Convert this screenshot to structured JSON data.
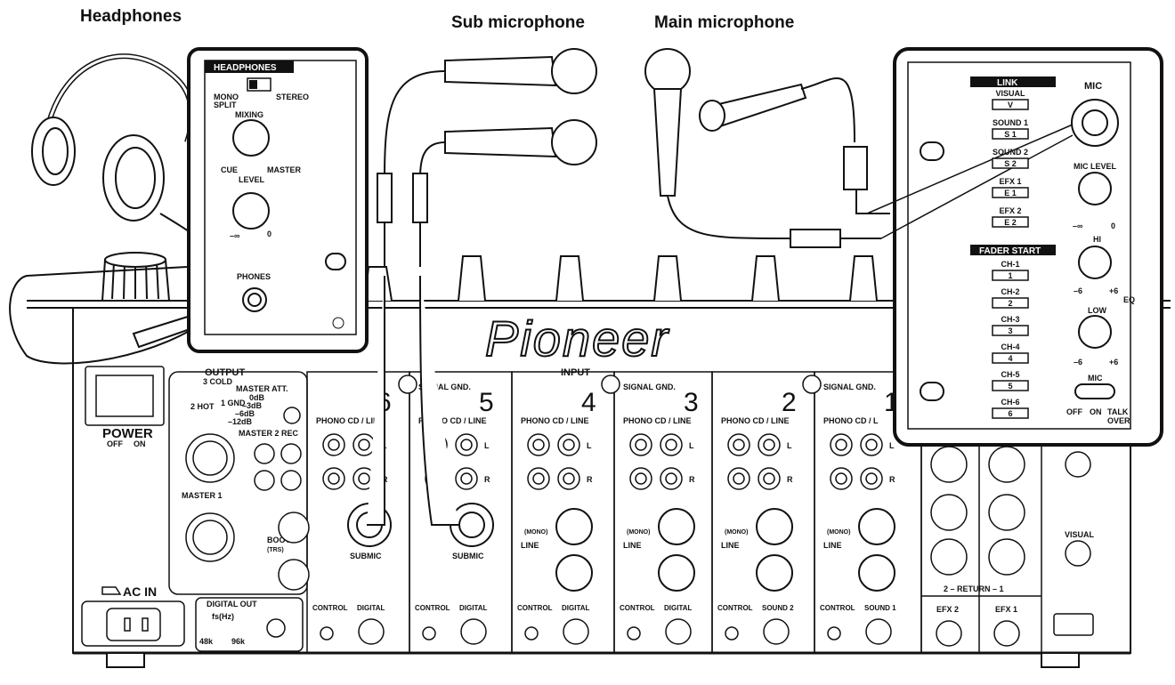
{
  "captions": {
    "headphones": "Headphones",
    "sub_microphone": "Sub microphone",
    "main_microphone": "Main microphone"
  },
  "brand": "Pioneer",
  "headphones_panel": {
    "title": "HEADPHONES",
    "switch_mono_split": "MONO\nSPLIT",
    "switch_stereo": "STEREO",
    "mixing": "MIXING",
    "cue": "CUE",
    "master": "MASTER",
    "level": "LEVEL",
    "level_min": "–∞",
    "level_max": "0",
    "phones": "PHONES"
  },
  "mic_panel": {
    "link_title": "LINK",
    "link_items": [
      {
        "label": "VISUAL",
        "key": "V"
      },
      {
        "label": "SOUND 1",
        "key": "S 1"
      },
      {
        "label": "SOUND 2",
        "key": "S 2"
      },
      {
        "label": "EFX 1",
        "key": "E 1"
      },
      {
        "label": "EFX 2",
        "key": "E 2"
      }
    ],
    "fader_start_title": "FADER START",
    "fader_items": [
      {
        "label": "CH-1",
        "key": "1"
      },
      {
        "label": "CH-2",
        "key": "2"
      },
      {
        "label": "CH-3",
        "key": "3"
      },
      {
        "label": "CH-4",
        "key": "4"
      },
      {
        "label": "CH-5",
        "key": "5"
      },
      {
        "label": "CH-6",
        "key": "6"
      }
    ],
    "mic": "MIC",
    "mic_level": "MIC LEVEL",
    "mic_level_min": "–∞",
    "mic_level_max": "0",
    "hi": "HI",
    "low": "LOW",
    "eq": "EQ",
    "eq_min": "–6",
    "eq_max": "+6",
    "mic_switch": "MIC",
    "off": "OFF",
    "on": "ON",
    "talk_over": "TALK\nOVER"
  },
  "rear_panel": {
    "output": "OUTPUT",
    "input": "INPUT",
    "signal_gnd": "SIGNAL GND.",
    "power": "POWER",
    "power_off": "OFF",
    "power_on": "ON",
    "ac_in": "AC IN",
    "cold": "3 COLD",
    "hot": "2 HOT",
    "gnd": "1 GND",
    "master_att": "MASTER ATT.",
    "att_values": [
      "0dB",
      "–3dB",
      "–6dB",
      "–12dB"
    ],
    "master2": "MASTER 2",
    "rec": "REC",
    "master1": "MASTER  1",
    "booth": "BOOTH",
    "trs": "(TRS)",
    "digital_out": "DIGITAL OUT",
    "fs": "fs(Hz)",
    "fs_48k": "48k",
    "fs_96k": "96k",
    "l": "L",
    "r": "R",
    "channels": [
      {
        "num": "6",
        "top": "PHONO  CD / LINE",
        "mid": "SUBMIC",
        "b1": "CONTROL",
        "b2": "DIGITAL"
      },
      {
        "num": "5",
        "top": "PHONO  CD / LINE",
        "mid": "SUBMIC",
        "b1": "CONTROL",
        "b2": "DIGITAL"
      },
      {
        "num": "4",
        "top": "PHONO  CD / LINE",
        "mid": "LINE",
        "b1": "CONTROL",
        "b2": "DIGITAL"
      },
      {
        "num": "3",
        "top": "PHONO  CD / LINE",
        "mid": "LINE",
        "b1": "CONTROL",
        "b2": "DIGITAL"
      },
      {
        "num": "2",
        "top": "PHONO  CD / LINE",
        "mid": "LINE",
        "b1": "CONTROL",
        "b2": "SOUND 2"
      },
      {
        "num": "1",
        "top": "PHONO  CD / L",
        "mid": "LINE",
        "b1": "CONTROL",
        "b2": "SOUND 1"
      }
    ],
    "mono": "(MONO)",
    "return": "2 – RETURN – 1",
    "efx2": "EFX 2",
    "efx1": "EFX 1",
    "visual": "VISUAL"
  }
}
